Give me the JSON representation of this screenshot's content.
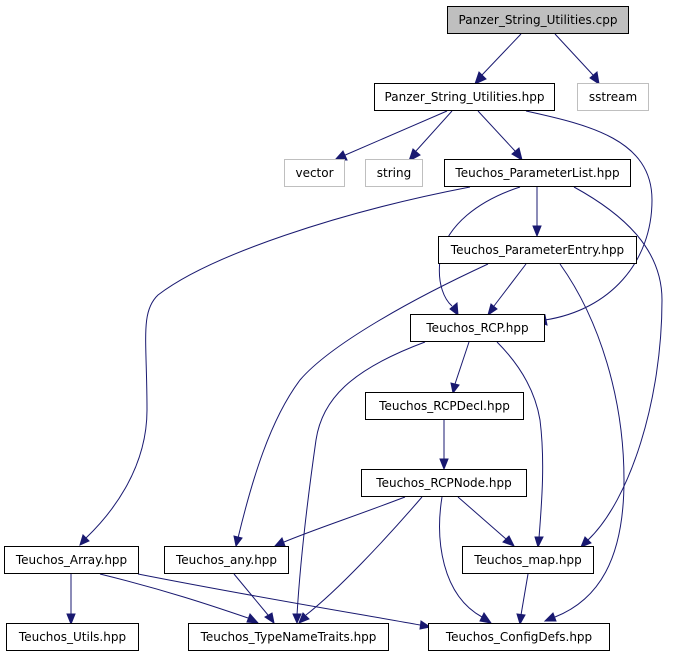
{
  "colors": {
    "edge": "#191970",
    "node_border": "#000000",
    "external_border": "#bfbfbf",
    "root_fill": "#bfbfbf",
    "node_fill": "#ffffff"
  },
  "nodes": {
    "cpp": {
      "label": "Panzer_String_Utilities.cpp"
    },
    "hpp": {
      "label": "Panzer_String_Utilities.hpp"
    },
    "sstream": {
      "label": "sstream"
    },
    "vector": {
      "label": "vector"
    },
    "string": {
      "label": "string"
    },
    "plist": {
      "label": "Teuchos_ParameterList.hpp"
    },
    "pentry": {
      "label": "Teuchos_ParameterEntry.hpp"
    },
    "rcp": {
      "label": "Teuchos_RCP.hpp"
    },
    "rcpdecl": {
      "label": "Teuchos_RCPDecl.hpp"
    },
    "rcpnode": {
      "label": "Teuchos_RCPNode.hpp"
    },
    "array": {
      "label": "Teuchos_Array.hpp"
    },
    "any": {
      "label": "Teuchos_any.hpp"
    },
    "map": {
      "label": "Teuchos_map.hpp"
    },
    "utils": {
      "label": "Teuchos_Utils.hpp"
    },
    "tnt": {
      "label": "Teuchos_TypeNameTraits.hpp"
    },
    "cfg": {
      "label": "Teuchos_ConfigDefs.hpp"
    }
  },
  "edges": [
    [
      "cpp",
      "hpp"
    ],
    [
      "cpp",
      "sstream"
    ],
    [
      "hpp",
      "vector"
    ],
    [
      "hpp",
      "string"
    ],
    [
      "hpp",
      "plist"
    ],
    [
      "hpp",
      "rcp"
    ],
    [
      "plist",
      "pentry"
    ],
    [
      "plist",
      "rcp"
    ],
    [
      "plist",
      "array"
    ],
    [
      "plist",
      "map"
    ],
    [
      "pentry",
      "rcp"
    ],
    [
      "pentry",
      "any"
    ],
    [
      "pentry",
      "cfg"
    ],
    [
      "rcp",
      "rcpdecl"
    ],
    [
      "rcp",
      "tnt"
    ],
    [
      "rcp",
      "map"
    ],
    [
      "rcpdecl",
      "rcpnode"
    ],
    [
      "rcpnode",
      "any"
    ],
    [
      "rcpnode",
      "tnt"
    ],
    [
      "rcpnode",
      "map"
    ],
    [
      "rcpnode",
      "cfg"
    ],
    [
      "array",
      "utils"
    ],
    [
      "array",
      "tnt"
    ],
    [
      "array",
      "cfg"
    ],
    [
      "any",
      "tnt"
    ],
    [
      "map",
      "cfg"
    ]
  ]
}
